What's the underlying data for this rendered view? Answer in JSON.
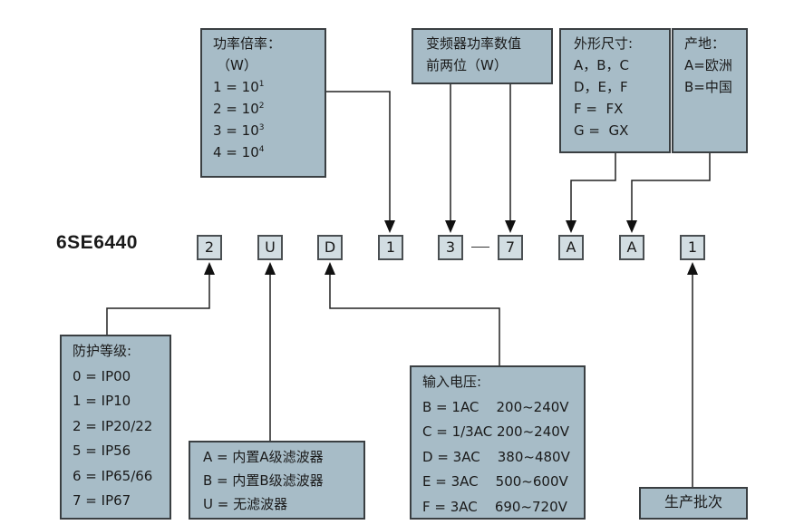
{
  "model_prefix": "6SE6440",
  "code_positions": [
    {
      "id": "protection",
      "value": "2"
    },
    {
      "id": "filter",
      "value": "U"
    },
    {
      "id": "voltage",
      "value": "D"
    },
    {
      "id": "power_multiplier",
      "value": "1"
    },
    {
      "id": "power_digit_1",
      "value": "3"
    },
    {
      "id": "power_digit_2",
      "value": "7"
    },
    {
      "id": "frame_size",
      "value": "A"
    },
    {
      "id": "origin",
      "value": "A"
    },
    {
      "id": "batch",
      "value": "1"
    }
  ],
  "separator": "—",
  "power_multiplier_box": {
    "title": "功率倍率：",
    "unit": "（W）",
    "items": [
      {
        "code": "1 = 10",
        "exp": "1"
      },
      {
        "code": "2 = 10",
        "exp": "2"
      },
      {
        "code": "3 = 10",
        "exp": "3"
      },
      {
        "code": "4 = 10",
        "exp": "4"
      }
    ]
  },
  "power_value_box": {
    "line1": "变频器功率数值",
    "line2": "前两位（W）"
  },
  "frame_size_box": {
    "title": "外形尺寸:",
    "items": [
      "A，B，C",
      "D，E，F",
      "F =  FX",
      "G =  GX"
    ]
  },
  "origin_box": {
    "title": "产地：",
    "items": [
      "A=欧洲",
      "B=中国"
    ]
  },
  "protection_box": {
    "title": "防护等级:",
    "items": [
      "0 = IP00",
      "1 = IP10",
      "2 = IP20/22",
      "5 = IP56",
      "6 = IP65/66",
      "7 = IP67"
    ]
  },
  "filter_box": {
    "items": [
      "A = 内置A级滤波器",
      "B = 内置B级滤波器",
      "U = 无滤波器"
    ]
  },
  "voltage_box": {
    "title": "输入电压:",
    "items": [
      "B = 1AC    200~240V",
      "C = 1/3AC 200~240V",
      "D = 3AC    380~480V",
      "E = 3AC    500~600V",
      "F = 3AC    690~720V"
    ]
  },
  "batch_box": {
    "label": "生产批次"
  },
  "colors": {
    "legend_box_fill": "#a7bcc7",
    "code_box_fill": "#d2dde2",
    "border": "#3a3f42",
    "wire": "#222222"
  }
}
